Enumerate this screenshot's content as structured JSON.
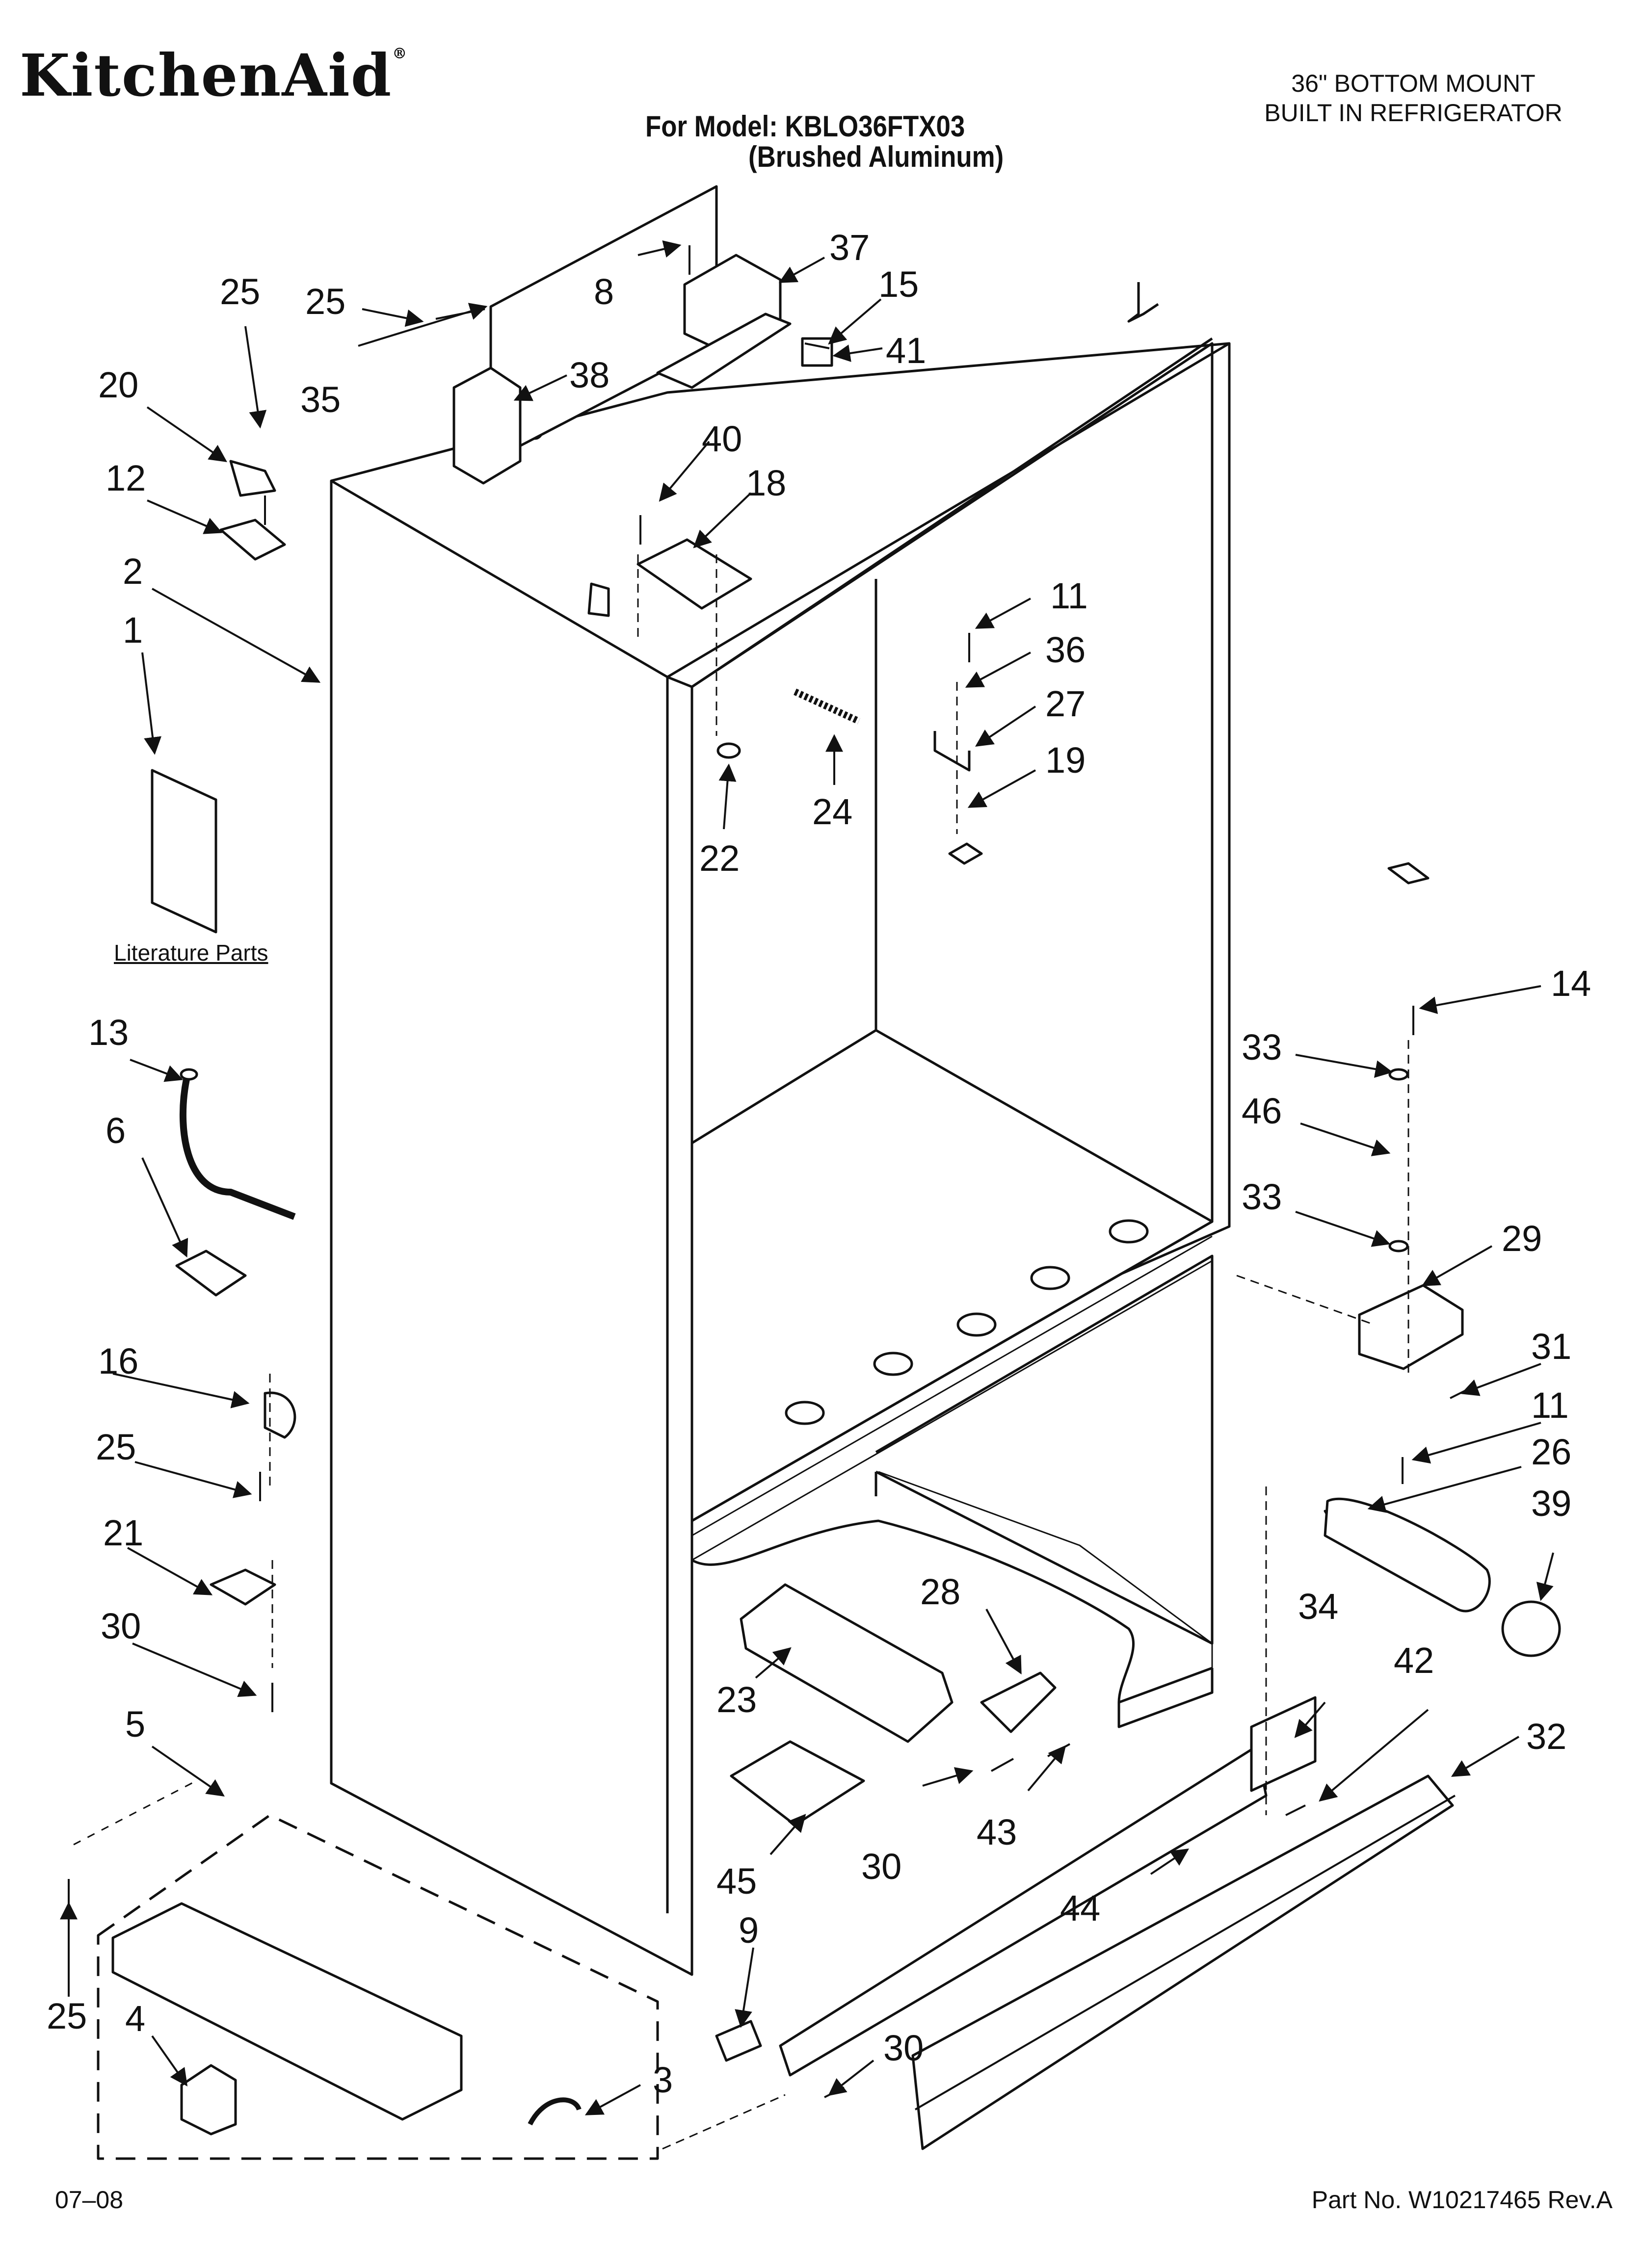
{
  "header": {
    "brand": "KitchenAid",
    "registered_mark": "®",
    "model_line": "For Model: KBLO36FTX03",
    "finish_line": "(Brushed Aluminum)",
    "product_line1": "36\" BOTTOM MOUNT",
    "product_line2": "BUILT IN REFRIGERATOR"
  },
  "literature_label": "Literature Parts",
  "footer": {
    "date": "07–08",
    "part_number": "Part No. W10217465 Rev.A"
  },
  "callouts": [
    {
      "id": "c25a",
      "label": "25"
    },
    {
      "id": "c25b",
      "label": "25"
    },
    {
      "id": "c35",
      "label": "35"
    },
    {
      "id": "c8",
      "label": "8"
    },
    {
      "id": "c37",
      "label": "37"
    },
    {
      "id": "c15",
      "label": "15"
    },
    {
      "id": "c41",
      "label": "41"
    },
    {
      "id": "c38",
      "label": "38"
    },
    {
      "id": "c40",
      "label": "40"
    },
    {
      "id": "c18",
      "label": "18"
    },
    {
      "id": "c20",
      "label": "20"
    },
    {
      "id": "c12",
      "label": "12"
    },
    {
      "id": "c2",
      "label": "2"
    },
    {
      "id": "c1",
      "label": "1"
    },
    {
      "id": "c11a",
      "label": "11"
    },
    {
      "id": "c36",
      "label": "36"
    },
    {
      "id": "c27",
      "label": "27"
    },
    {
      "id": "c19",
      "label": "19"
    },
    {
      "id": "c24",
      "label": "24"
    },
    {
      "id": "c22",
      "label": "22"
    },
    {
      "id": "c14",
      "label": "14"
    },
    {
      "id": "c33a",
      "label": "33"
    },
    {
      "id": "c46",
      "label": "46"
    },
    {
      "id": "c33b",
      "label": "33"
    },
    {
      "id": "c29",
      "label": "29"
    },
    {
      "id": "c31",
      "label": "31"
    },
    {
      "id": "c11b",
      "label": "11"
    },
    {
      "id": "c26",
      "label": "26"
    },
    {
      "id": "c39",
      "label": "39"
    },
    {
      "id": "c13",
      "label": "13"
    },
    {
      "id": "c6",
      "label": "6"
    },
    {
      "id": "c16",
      "label": "16"
    },
    {
      "id": "c25c",
      "label": "25"
    },
    {
      "id": "c21",
      "label": "21"
    },
    {
      "id": "c30a",
      "label": "30"
    },
    {
      "id": "c5",
      "label": "5"
    },
    {
      "id": "c25d",
      "label": "25"
    },
    {
      "id": "c4",
      "label": "4"
    },
    {
      "id": "c3",
      "label": "3"
    },
    {
      "id": "c9",
      "label": "9"
    },
    {
      "id": "c30b",
      "label": "30"
    },
    {
      "id": "c28",
      "label": "28"
    },
    {
      "id": "c23",
      "label": "23"
    },
    {
      "id": "c45",
      "label": "45"
    },
    {
      "id": "c30c",
      "label": "30"
    },
    {
      "id": "c43",
      "label": "43"
    },
    {
      "id": "c44",
      "label": "44"
    },
    {
      "id": "c34",
      "label": "34"
    },
    {
      "id": "c42",
      "label": "42"
    },
    {
      "id": "c32",
      "label": "32"
    }
  ]
}
